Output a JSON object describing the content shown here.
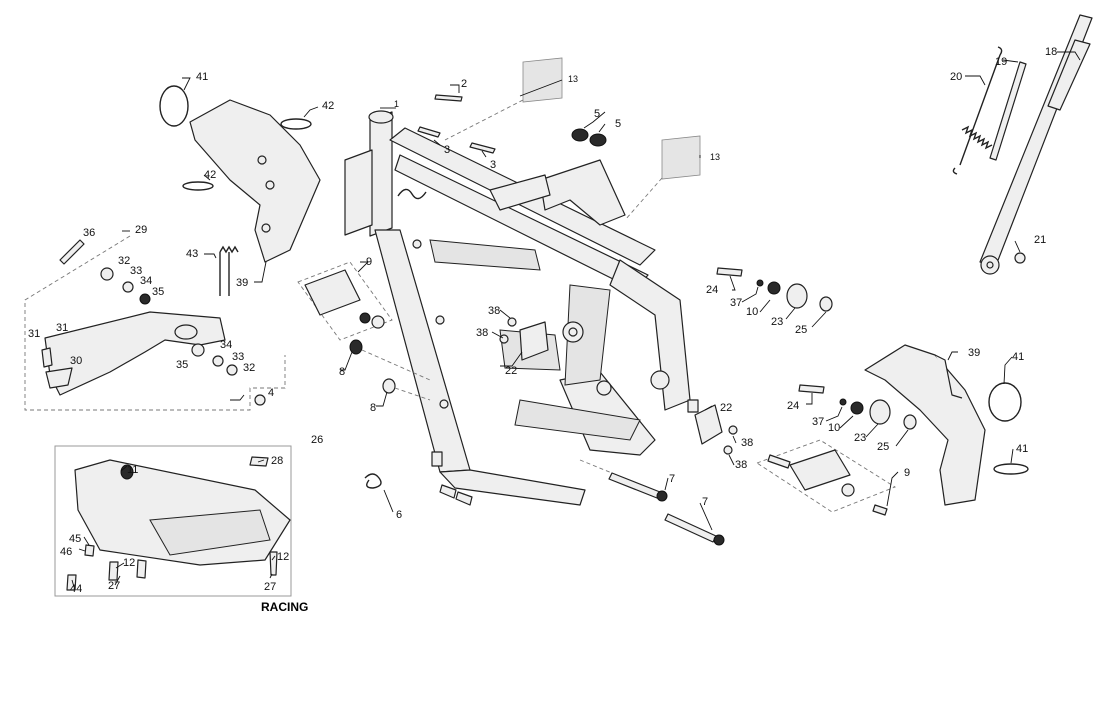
{
  "parts": {
    "p1": "1",
    "p2": "2",
    "p3a": "3",
    "p3b": "3",
    "p4": "4",
    "p5a": "5",
    "p5b": "5",
    "p6": "6",
    "p7a": "7",
    "p7b": "7",
    "p8a": "8",
    "p8b": "8",
    "p9a": "9",
    "p9b": "9",
    "p10a": "10",
    "p10b": "10",
    "p11": "11",
    "p12a": "12",
    "p12b": "12",
    "p13a": "13",
    "p13b": "13",
    "p18": "18",
    "p19": "19",
    "p20": "20",
    "p21": "21",
    "p22a": "22",
    "p22b": "22",
    "p23a": "23",
    "p23b": "23",
    "p24a": "24",
    "p24b": "24",
    "p25a": "25",
    "p25b": "25",
    "p26": "26",
    "p27a": "27",
    "p27b": "27",
    "p28": "28",
    "p29": "29",
    "p30": "30",
    "p31a": "31",
    "p31b": "31",
    "p32a": "32",
    "p32b": "32",
    "p33a": "33",
    "p33b": "33",
    "p34a": "34",
    "p34b": "34",
    "p35a": "35",
    "p35b": "35",
    "p36": "36",
    "p37a": "37",
    "p37b": "37",
    "p38a": "38",
    "p38b": "38",
    "p38c": "38",
    "p38d": "38",
    "p39a": "39",
    "p39b": "39",
    "p41a": "41",
    "p41b": "41",
    "p41c": "41",
    "p42a": "42",
    "p42b": "42",
    "p43": "43",
    "p44": "44",
    "p45": "45",
    "p46": "46"
  },
  "racing_label": "RACING"
}
